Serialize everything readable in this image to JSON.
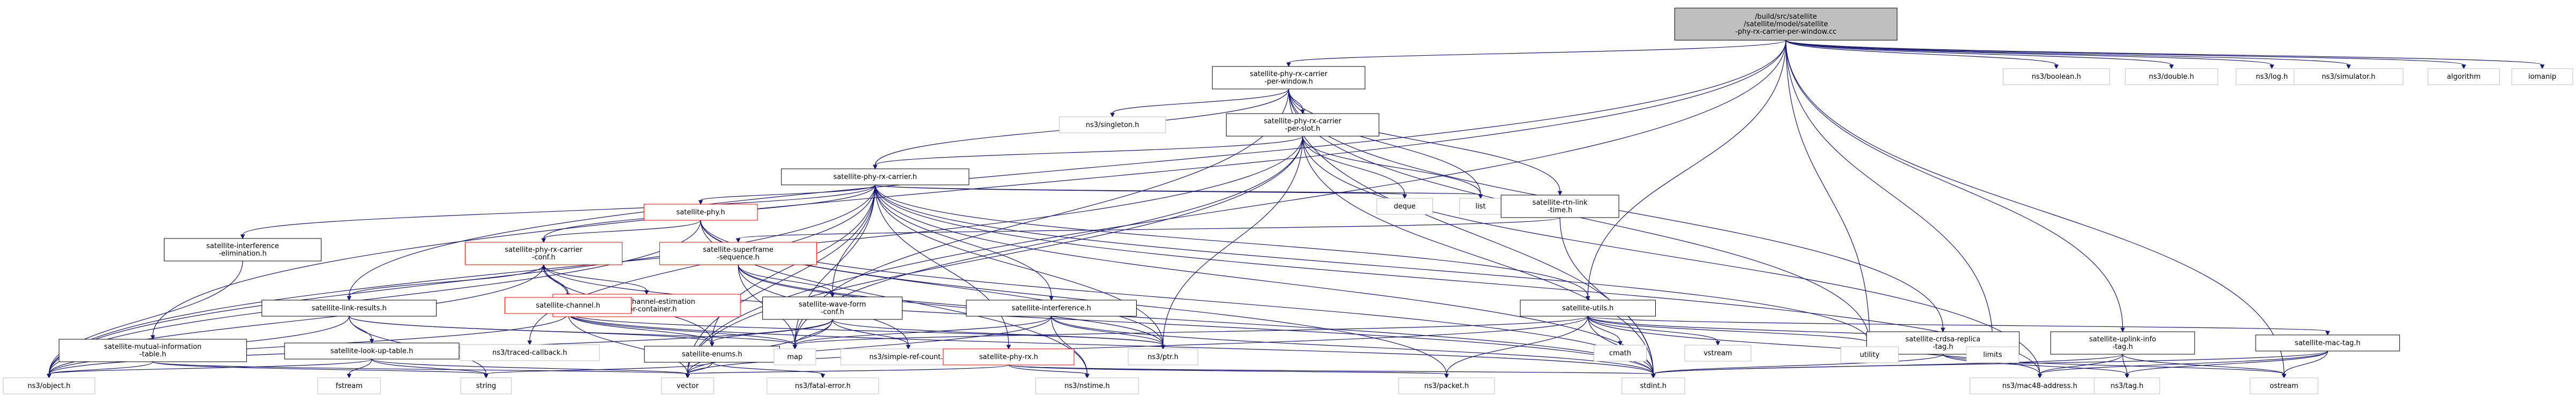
{
  "nodes": [
    {
      "id": "root",
      "kind": "root",
      "lines": [
        "/build/src/satellite",
        "/satellite/model/satellite",
        "-phy-rx-carrier-per-window.cc"
      ]
    },
    {
      "id": "percarrierwin_h",
      "kind": "normal",
      "lines": [
        "satellite-phy-rx-carrier",
        "-per-window.h"
      ]
    },
    {
      "id": "nsboolean",
      "kind": "plain",
      "lines": [
        "ns3/boolean.h"
      ]
    },
    {
      "id": "nsdouble",
      "kind": "plain",
      "lines": [
        "ns3/double.h"
      ]
    },
    {
      "id": "nslog",
      "kind": "plain",
      "lines": [
        "ns3/log.h"
      ]
    },
    {
      "id": "nssimulator",
      "kind": "plain",
      "lines": [
        "ns3/simulator.h"
      ]
    },
    {
      "id": "algorithm",
      "kind": "plain",
      "lines": [
        "algorithm"
      ]
    },
    {
      "id": "iomanip",
      "kind": "plain",
      "lines": [
        "iomanip"
      ]
    },
    {
      "id": "nssingleton",
      "kind": "plain",
      "lines": [
        "ns3/singleton.h"
      ]
    },
    {
      "id": "perslot_h",
      "kind": "normal",
      "lines": [
        "satellite-phy-rx-carrier",
        "-per-slot.h"
      ]
    },
    {
      "id": "rxcarrier_h",
      "kind": "normal",
      "lines": [
        "satellite-phy-rx-carrier.h"
      ]
    },
    {
      "id": "deque",
      "kind": "plain",
      "lines": [
        "deque"
      ]
    },
    {
      "id": "list",
      "kind": "plain",
      "lines": [
        "list"
      ]
    },
    {
      "id": "rtnlink_h",
      "kind": "normal",
      "lines": [
        "satellite-rtn-link",
        "-time.h"
      ]
    },
    {
      "id": "phy_h",
      "kind": "red",
      "lines": [
        "satellite-phy.h"
      ]
    },
    {
      "id": "interfelim_h",
      "kind": "normal",
      "lines": [
        "satellite-interference",
        "-elimination.h"
      ]
    },
    {
      "id": "carrierconf_h",
      "kind": "red",
      "lines": [
        "satellite-phy-rx-carrier",
        "-conf.h"
      ]
    },
    {
      "id": "superframe_h",
      "kind": "red",
      "lines": [
        "satellite-superframe",
        "-sequence.h"
      ]
    },
    {
      "id": "chanest_h",
      "kind": "red",
      "lines": [
        "satellite-channel-estimation",
        "-error-container.h"
      ]
    },
    {
      "id": "channel_h",
      "kind": "red",
      "lines": [
        "satellite-channel.h"
      ]
    },
    {
      "id": "linkres_h",
      "kind": "normal",
      "lines": [
        "satellite-link-results.h"
      ]
    },
    {
      "id": "waveform_h",
      "kind": "normal",
      "lines": [
        "satellite-wave-form",
        "-conf.h"
      ]
    },
    {
      "id": "sinterf_h",
      "kind": "normal",
      "lines": [
        "satellite-interference.h"
      ]
    },
    {
      "id": "utils_h",
      "kind": "normal",
      "lines": [
        "satellite-utils.h"
      ]
    },
    {
      "id": "crdsa_h",
      "kind": "normal",
      "lines": [
        "satellite-crdsa-replica",
        "-tag.h"
      ]
    },
    {
      "id": "uplink_h",
      "kind": "normal",
      "lines": [
        "satellite-uplink-info",
        "-tag.h"
      ]
    },
    {
      "id": "mactag_h",
      "kind": "normal",
      "lines": [
        "satellite-mac-tag.h"
      ]
    },
    {
      "id": "mutual_h",
      "kind": "normal",
      "lines": [
        "satellite-mutual-information",
        "-table.h"
      ]
    },
    {
      "id": "lookup_h",
      "kind": "normal",
      "lines": [
        "satellite-look-up-table.h"
      ]
    },
    {
      "id": "tracedcb",
      "kind": "plain",
      "lines": [
        "ns3/traced-callback.h"
      ]
    },
    {
      "id": "enums_h",
      "kind": "normal",
      "lines": [
        "satellite-enums.h"
      ]
    },
    {
      "id": "map",
      "kind": "plain",
      "lines": [
        "map"
      ]
    },
    {
      "id": "simplerc",
      "kind": "plain",
      "lines": [
        "ns3/simple-ref-count.h"
      ]
    },
    {
      "id": "nsptr",
      "kind": "plain",
      "lines": [
        "ns3/ptr.h"
      ]
    },
    {
      "id": "phyrx_h",
      "kind": "red",
      "lines": [
        "satellite-phy-rx.h"
      ]
    },
    {
      "id": "cmath",
      "kind": "plain",
      "lines": [
        "cmath"
      ]
    },
    {
      "id": "vstream",
      "kind": "plain",
      "lines": [
        "vstream"
      ]
    },
    {
      "id": "utility",
      "kind": "plain",
      "lines": [
        "utility"
      ]
    },
    {
      "id": "limits",
      "kind": "plain",
      "lines": [
        "limits"
      ]
    },
    {
      "id": "nsobject",
      "kind": "plain",
      "lines": [
        "ns3/object.h"
      ]
    },
    {
      "id": "fstream",
      "kind": "plain",
      "lines": [
        "fstream"
      ]
    },
    {
      "id": "string",
      "kind": "plain",
      "lines": [
        "string"
      ]
    },
    {
      "id": "fatalerr",
      "kind": "plain",
      "lines": [
        "ns3/fatal-error.h"
      ]
    },
    {
      "id": "vector",
      "kind": "plain",
      "lines": [
        "vector"
      ]
    },
    {
      "id": "nsnstime",
      "kind": "plain",
      "lines": [
        "ns3/nstime.h"
      ]
    },
    {
      "id": "nspacket",
      "kind": "plain",
      "lines": [
        "ns3/packet.h"
      ]
    },
    {
      "id": "stdint",
      "kind": "plain",
      "lines": [
        "stdint.h"
      ]
    },
    {
      "id": "mac48",
      "kind": "plain",
      "lines": [
        "ns3/mac48-address.h"
      ]
    },
    {
      "id": "nstag",
      "kind": "plain",
      "lines": [
        "ns3/tag.h"
      ]
    },
    {
      "id": "ostream",
      "kind": "plain",
      "lines": [
        "ostream"
      ]
    }
  ],
  "edges": [
    [
      "root",
      "percarrierwin_h"
    ],
    [
      "root",
      "nsboolean"
    ],
    [
      "root",
      "nsdouble"
    ],
    [
      "root",
      "nslog"
    ],
    [
      "root",
      "nssimulator"
    ],
    [
      "root",
      "algorithm"
    ],
    [
      "root",
      "iomanip"
    ],
    [
      "root",
      "utils_h"
    ],
    [
      "root",
      "linkres_h"
    ],
    [
      "root",
      "mutual_h"
    ],
    [
      "root",
      "limits"
    ],
    [
      "root",
      "utility"
    ],
    [
      "root",
      "ostream"
    ],
    [
      "root",
      "uplink_h"
    ],
    [
      "root",
      "vector"
    ],
    [
      "percarrierwin_h",
      "nssingleton"
    ],
    [
      "percarrierwin_h",
      "perslot_h"
    ],
    [
      "percarrierwin_h",
      "rxcarrier_h"
    ],
    [
      "percarrierwin_h",
      "list"
    ],
    [
      "percarrierwin_h",
      "rtnlink_h"
    ],
    [
      "percarrierwin_h",
      "crdsa_h"
    ],
    [
      "percarrierwin_h",
      "utility"
    ],
    [
      "percarrierwin_h",
      "stdint"
    ],
    [
      "percarrierwin_h",
      "map"
    ],
    [
      "perslot_h",
      "rxcarrier_h"
    ],
    [
      "perslot_h",
      "deque"
    ],
    [
      "perslot_h",
      "list"
    ],
    [
      "perslot_h",
      "nsptr"
    ],
    [
      "perslot_h",
      "stdint"
    ],
    [
      "perslot_h",
      "mac48"
    ],
    [
      "perslot_h",
      "map"
    ],
    [
      "perslot_h",
      "vector"
    ],
    [
      "perslot_h",
      "nsobject"
    ],
    [
      "rxcarrier_h",
      "deque"
    ],
    [
      "rxcarrier_h",
      "list"
    ],
    [
      "rxcarrier_h",
      "phy_h"
    ],
    [
      "rxcarrier_h",
      "interfelim_h"
    ],
    [
      "rxcarrier_h",
      "carrierconf_h"
    ],
    [
      "rxcarrier_h",
      "waveform_h"
    ],
    [
      "rxcarrier_h",
      "sinterf_h"
    ],
    [
      "rxcarrier_h",
      "utils_h"
    ],
    [
      "rxcarrier_h",
      "enums_h"
    ],
    [
      "rxcarrier_h",
      "nsptr"
    ],
    [
      "rxcarrier_h",
      "stdint"
    ],
    [
      "rxcarrier_h",
      "mac48"
    ],
    [
      "rxcarrier_h",
      "map"
    ],
    [
      "rxcarrier_h",
      "vector"
    ],
    [
      "rxcarrier_h",
      "tracedcb"
    ],
    [
      "rxcarrier_h",
      "phyrx_h"
    ],
    [
      "rxcarrier_h",
      "utility"
    ],
    [
      "rxcarrier_h",
      "nsobject"
    ],
    [
      "rtnlink_h",
      "superframe_h"
    ],
    [
      "rtnlink_h",
      "stdint"
    ],
    [
      "phy_h",
      "carrierconf_h"
    ],
    [
      "phy_h",
      "nsptr"
    ],
    [
      "phy_h",
      "stdint"
    ],
    [
      "phy_h",
      "nsobject"
    ],
    [
      "phy_h",
      "nspacket"
    ],
    [
      "phy_h",
      "nsnstime"
    ],
    [
      "interfelim_h",
      "nsobject"
    ],
    [
      "carrierconf_h",
      "chanest_h"
    ],
    [
      "carrierconf_h",
      "channel_h"
    ],
    [
      "carrierconf_h",
      "linkres_h"
    ],
    [
      "carrierconf_h",
      "enums_h"
    ],
    [
      "carrierconf_h",
      "stdint"
    ],
    [
      "carrierconf_h",
      "nsobject"
    ],
    [
      "channel_h",
      "carrierconf_h"
    ],
    [
      "channel_h",
      "enums_h"
    ],
    [
      "channel_h",
      "nsptr"
    ],
    [
      "channel_h",
      "map"
    ],
    [
      "channel_h",
      "vector"
    ],
    [
      "channel_h",
      "nsobject"
    ],
    [
      "channel_h",
      "stdint"
    ],
    [
      "superframe_h",
      "waveform_h"
    ],
    [
      "superframe_h",
      "nsptr"
    ],
    [
      "superframe_h",
      "stdint"
    ],
    [
      "superframe_h",
      "map"
    ],
    [
      "superframe_h",
      "simplerc"
    ],
    [
      "linkres_h",
      "lookup_h"
    ],
    [
      "linkres_h",
      "enums_h"
    ],
    [
      "linkres_h",
      "string"
    ],
    [
      "linkres_h",
      "map"
    ],
    [
      "linkres_h",
      "nsobject"
    ],
    [
      "waveform_h",
      "enums_h"
    ],
    [
      "waveform_h",
      "map"
    ],
    [
      "waveform_h",
      "vector"
    ],
    [
      "waveform_h",
      "simplerc"
    ],
    [
      "waveform_h",
      "nsptr"
    ],
    [
      "waveform_h",
      "nsobject"
    ],
    [
      "sinterf_h",
      "stdint"
    ],
    [
      "sinterf_h",
      "map"
    ],
    [
      "sinterf_h",
      "vector"
    ],
    [
      "sinterf_h",
      "nsptr"
    ],
    [
      "sinterf_h",
      "nsnstime"
    ],
    [
      "utils_h",
      "cmath"
    ],
    [
      "utils_h",
      "vstream"
    ],
    [
      "utils_h",
      "utility"
    ],
    [
      "utils_h",
      "limits"
    ],
    [
      "utils_h",
      "stdint"
    ],
    [
      "utils_h",
      "map"
    ],
    [
      "utils_h",
      "vector"
    ],
    [
      "utils_h",
      "mac48"
    ],
    [
      "utils_h",
      "nspacket"
    ],
    [
      "utils_h",
      "mactag_h"
    ],
    [
      "crdsa_h",
      "stdint"
    ],
    [
      "crdsa_h",
      "nstag"
    ],
    [
      "crdsa_h",
      "ostream"
    ],
    [
      "uplink_h",
      "stdint"
    ],
    [
      "uplink_h",
      "nstag"
    ],
    [
      "uplink_h",
      "ostream"
    ],
    [
      "uplink_h",
      "mac48"
    ],
    [
      "mactag_h",
      "nstag"
    ],
    [
      "mactag_h",
      "stdint"
    ],
    [
      "mactag_h",
      "mac48"
    ],
    [
      "mactag_h",
      "ostream"
    ],
    [
      "mutual_h",
      "nsobject"
    ],
    [
      "mutual_h",
      "vector"
    ],
    [
      "mutual_h",
      "string"
    ],
    [
      "lookup_h",
      "fstream"
    ],
    [
      "lookup_h",
      "string"
    ],
    [
      "lookup_h",
      "nsobject"
    ],
    [
      "lookup_h",
      "vector"
    ],
    [
      "enums_h",
      "string"
    ],
    [
      "enums_h",
      "vector"
    ],
    [
      "enums_h",
      "fatalerr"
    ],
    [
      "phyrx_h",
      "nsnstime"
    ],
    [
      "phyrx_h",
      "vector"
    ],
    [
      "phyrx_h",
      "stdint"
    ],
    [
      "phyrx_h",
      "nspacket"
    ]
  ]
}
